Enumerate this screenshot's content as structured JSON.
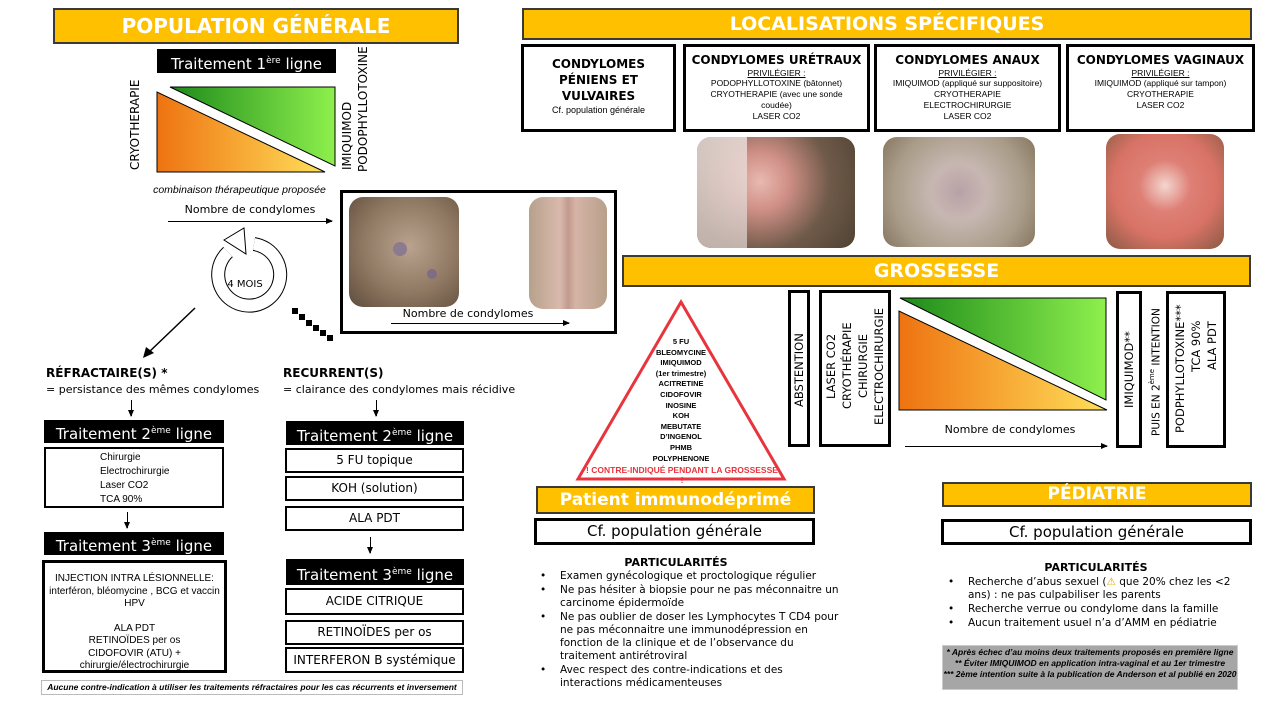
{
  "population_generale": {
    "title": "POPULATION GÉNÉRALE",
    "first_line": {
      "label": "Traitement 1",
      "sup": "ère",
      "suffix": " ligne"
    },
    "left_label": "CRYOTHERAPIE",
    "right_label_1": "IMIQUIMOD",
    "right_label_2": "PODOPHYLLOTOXINE",
    "combination_note": "combinaison thérapeutique proposée",
    "axis_label": "Nombre de condylomes",
    "cycle_label": "4 MOIS",
    "photo_axis_label": "Nombre de condylomes",
    "refractory": {
      "title": "RÉFRACTAIRE(S) *",
      "definition": "= persistance des mêmes condylomes",
      "second_line": {
        "label": "Traitement 2",
        "sup": "ème",
        "suffix": " ligne"
      },
      "second_items": [
        "Chirurgie",
        "Electrochirurgie",
        "Laser CO2",
        "TCA 90%"
      ],
      "third_line": {
        "label": "Traitement 3",
        "sup": "ème",
        "suffix": " ligne"
      },
      "third_items": [
        "INJECTION INTRA LÉSIONNELLE:",
        "interféron, bléomycine , BCG et vaccin",
        "HPV",
        "",
        "ALA PDT",
        "RETINOÏDES per os",
        "CIDOFOVIR (ATU) +",
        "chirurgie/électrochirurgie"
      ]
    },
    "recurrent": {
      "title": "RECURRENT(S)",
      "definition": "= clairance des condylomes mais récidive",
      "second_line": {
        "label": "Traitement 2",
        "sup": "ème",
        "suffix": " ligne"
      },
      "second_items": [
        "5 FU topique",
        "KOH (solution)",
        "ALA PDT"
      ],
      "third_line": {
        "label": "Traitement 3",
        "sup": "ème",
        "suffix": " ligne"
      },
      "third_items": [
        "ACIDE CITRIQUE",
        "RETINOÏDES per os",
        "INTERFERON B systémique"
      ]
    },
    "footnote": "Aucune contre-indication à utiliser les traitements réfractaires pour les cas récurrents et inversement"
  },
  "localisations": {
    "title": "LOCALISATIONS SPÉCIFIQUES",
    "cards": [
      {
        "title": "CONDYLOMES PÉNIENS ET VULVAIRES",
        "privilege": "",
        "items": [
          "Cf. population générale"
        ]
      },
      {
        "title": "CONDYLOMES URÉTRAUX",
        "privilege": "PRIVILÉGIER :",
        "items": [
          "PODOPHYLLOTOXINE  (bâtonnet)",
          "CRYOTHERAPIE (avec une sonde coudée)",
          "LASER CO2"
        ]
      },
      {
        "title": "CONDYLOMES ANAUX",
        "privilege": "PRIVILÉGIER :",
        "items": [
          "IMIQUIMOD (appliqué sur suppositoire)",
          "CRYOTHERAPIE",
          "ELECTROCHIRURGIE",
          "LASER CO2"
        ]
      },
      {
        "title": "CONDYLOMES VAGINAUX",
        "privilege": "PRIVILÉGIER :",
        "items": [
          "IMIQUIMOD (appliqué sur tampon)",
          "CRYOTHERAPIE",
          "LASER CO2"
        ]
      }
    ]
  },
  "grossesse": {
    "title": "GROSSESSE",
    "contraindicated": [
      "5 FU",
      "BLEOMYCINE",
      "IMIQUIMOD",
      "(1er trimestre)",
      "ACITRETINE",
      "CIDOFOVIR",
      "INOSINE",
      "KOH",
      "MEBUTATE",
      "D’INGENOL",
      "PHMB",
      "POLYPHENONE"
    ],
    "warning": "! CONTRE-INDIQUÉ PENDANT LA GROSSESSE !",
    "abstention": "ABSTENTION",
    "physical": [
      "LASER CO2",
      "CRYOTHÉRAPIE",
      "CHIRURGIE",
      "ELECTROCHIRURGIE"
    ],
    "axis_label": "Nombre de condylomes",
    "imiquimod": "IMIQUIMOD**",
    "second_intent": {
      "label": "PUIS EN 2",
      "sup": "ème",
      "suffix": " INTENTION"
    },
    "others": [
      "PODPHYLLOTOXINE***",
      "TCA 90%",
      "ALA PDT"
    ]
  },
  "immuno": {
    "title": "Patient immunodéprimé",
    "ref": "Cf. population générale",
    "particularites_title": "PARTICULARITÉS",
    "items": [
      "Examen gynécologique et proctologique régulier",
      "Ne pas hésiter à biopsie pour ne pas méconnaitre un carcinome épidermoïde",
      "Ne pas oublier de doser les Lymphocytes T CD4 pour ne pas méconnaitre une immunodépression en fonction de la clinique et de l’observance du traitement antirétroviral",
      "Avec respect des contre-indications et des interactions médicamenteuses"
    ]
  },
  "pediatrie": {
    "title": "PÉDIATRIE",
    "ref": "Cf. population générale",
    "particularites_title": "PARTICULARITÉS",
    "item1_pre": "Recherche d’abus sexuel (",
    "item1_warn": "⚠",
    "item1_post": " que 20% chez les <2 ans) : ne pas culpabiliser les parents",
    "items": [
      "Recherche verrue ou condylome dans la famille",
      "Aucun traitement usuel n’a d’AMM en pédiatrie"
    ]
  },
  "legend": {
    "lines": [
      "* Après échec d’au moins deux traitements proposés en première ligne",
      "** Éviter IMIQUIMOD en application intra-vaginal et au 1er trimestre",
      "*** 2ème intention suite à la publication de Anderson et al publié en 2020"
    ]
  },
  "colors": {
    "header_yellow": "#ffc000",
    "warning_red": "#e8343c",
    "legend_grey": "#a6a6a6"
  }
}
